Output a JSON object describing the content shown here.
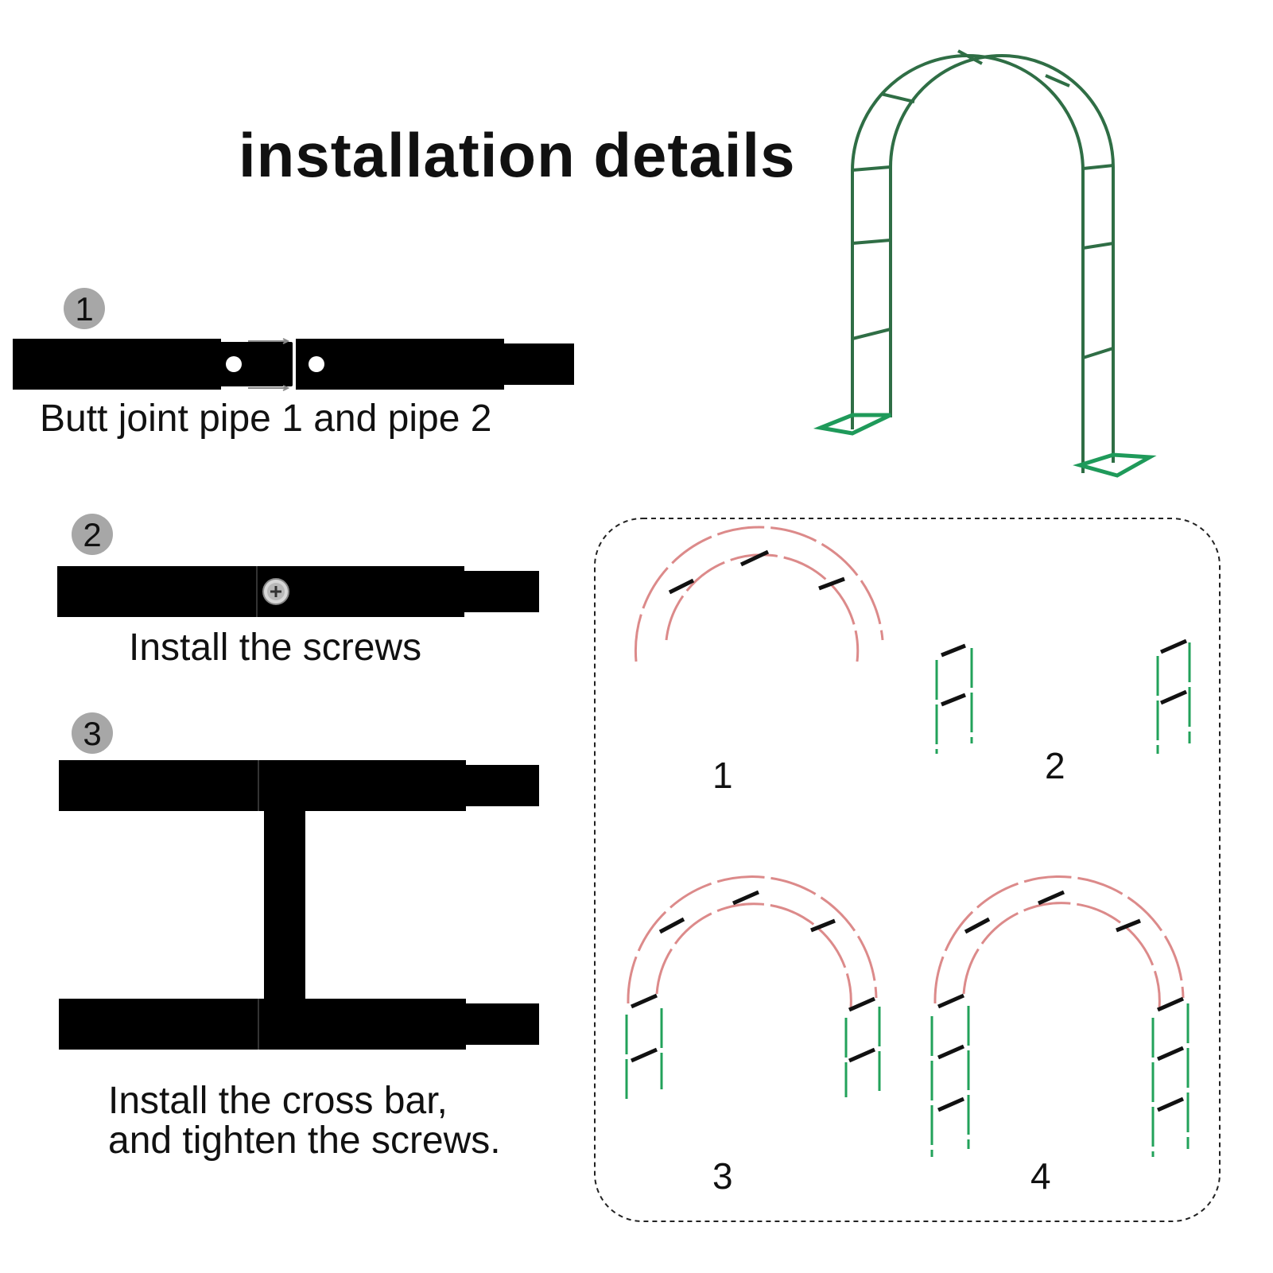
{
  "title": "installation details",
  "steps": [
    {
      "number": "1",
      "caption": "Butt joint pipe 1 and pipe 2"
    },
    {
      "number": "2",
      "caption": "Install the screws"
    },
    {
      "number": "3",
      "caption_line1": "Install the cross bar,",
      "caption_line2": "and tighten the screws."
    }
  ],
  "assembly_panels": [
    "1",
    "2",
    "3",
    "4"
  ],
  "colors": {
    "pipe": "#000000",
    "badge": "#a7a7a7",
    "arch_frame": "#2f6e45",
    "arch_base": "#1f9a5a",
    "arc_sketch": "#dc8a8a",
    "leg_sketch": "#22a25a",
    "connector": "#111111"
  },
  "icons": [
    "screw-icon"
  ]
}
